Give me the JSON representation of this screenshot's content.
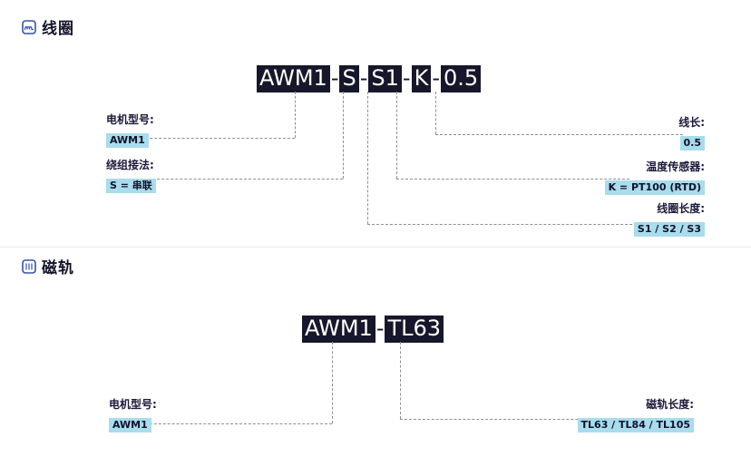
{
  "page": {
    "sections": [
      {
        "header": "线圈",
        "model": {
          "segments": [
            "AWM1",
            "S",
            "S1",
            "K",
            "0.5"
          ],
          "separator": "-"
        },
        "labels": {
          "motor_model": {
            "title": "电机型号:",
            "value": "AWM1"
          },
          "winding": {
            "title": "绕组接法:",
            "value": "S = 串联"
          },
          "wire_length": {
            "title": "线长:",
            "value": "0.5"
          },
          "temp_sensor": {
            "title": "温度传感器:",
            "value": "K = PT100 (RTD)"
          },
          "coil_length": {
            "title": "线圈长度:",
            "value": "S1 / S2 / S3"
          }
        }
      },
      {
        "header": "磁轨",
        "model": {
          "segments": [
            "AWM1",
            "TL63"
          ],
          "separator": "-"
        },
        "labels": {
          "motor_model": {
            "title": "电机型号:",
            "value": "AWM1"
          },
          "track_length": {
            "title": "磁轨长度:",
            "value": "TL63 / TL84 / TL105"
          }
        }
      }
    ],
    "colors": {
      "segment_bg": "#17172b",
      "highlight": "#a9dcec",
      "line": "#8f8f8f",
      "icon": "#3552a8"
    }
  }
}
